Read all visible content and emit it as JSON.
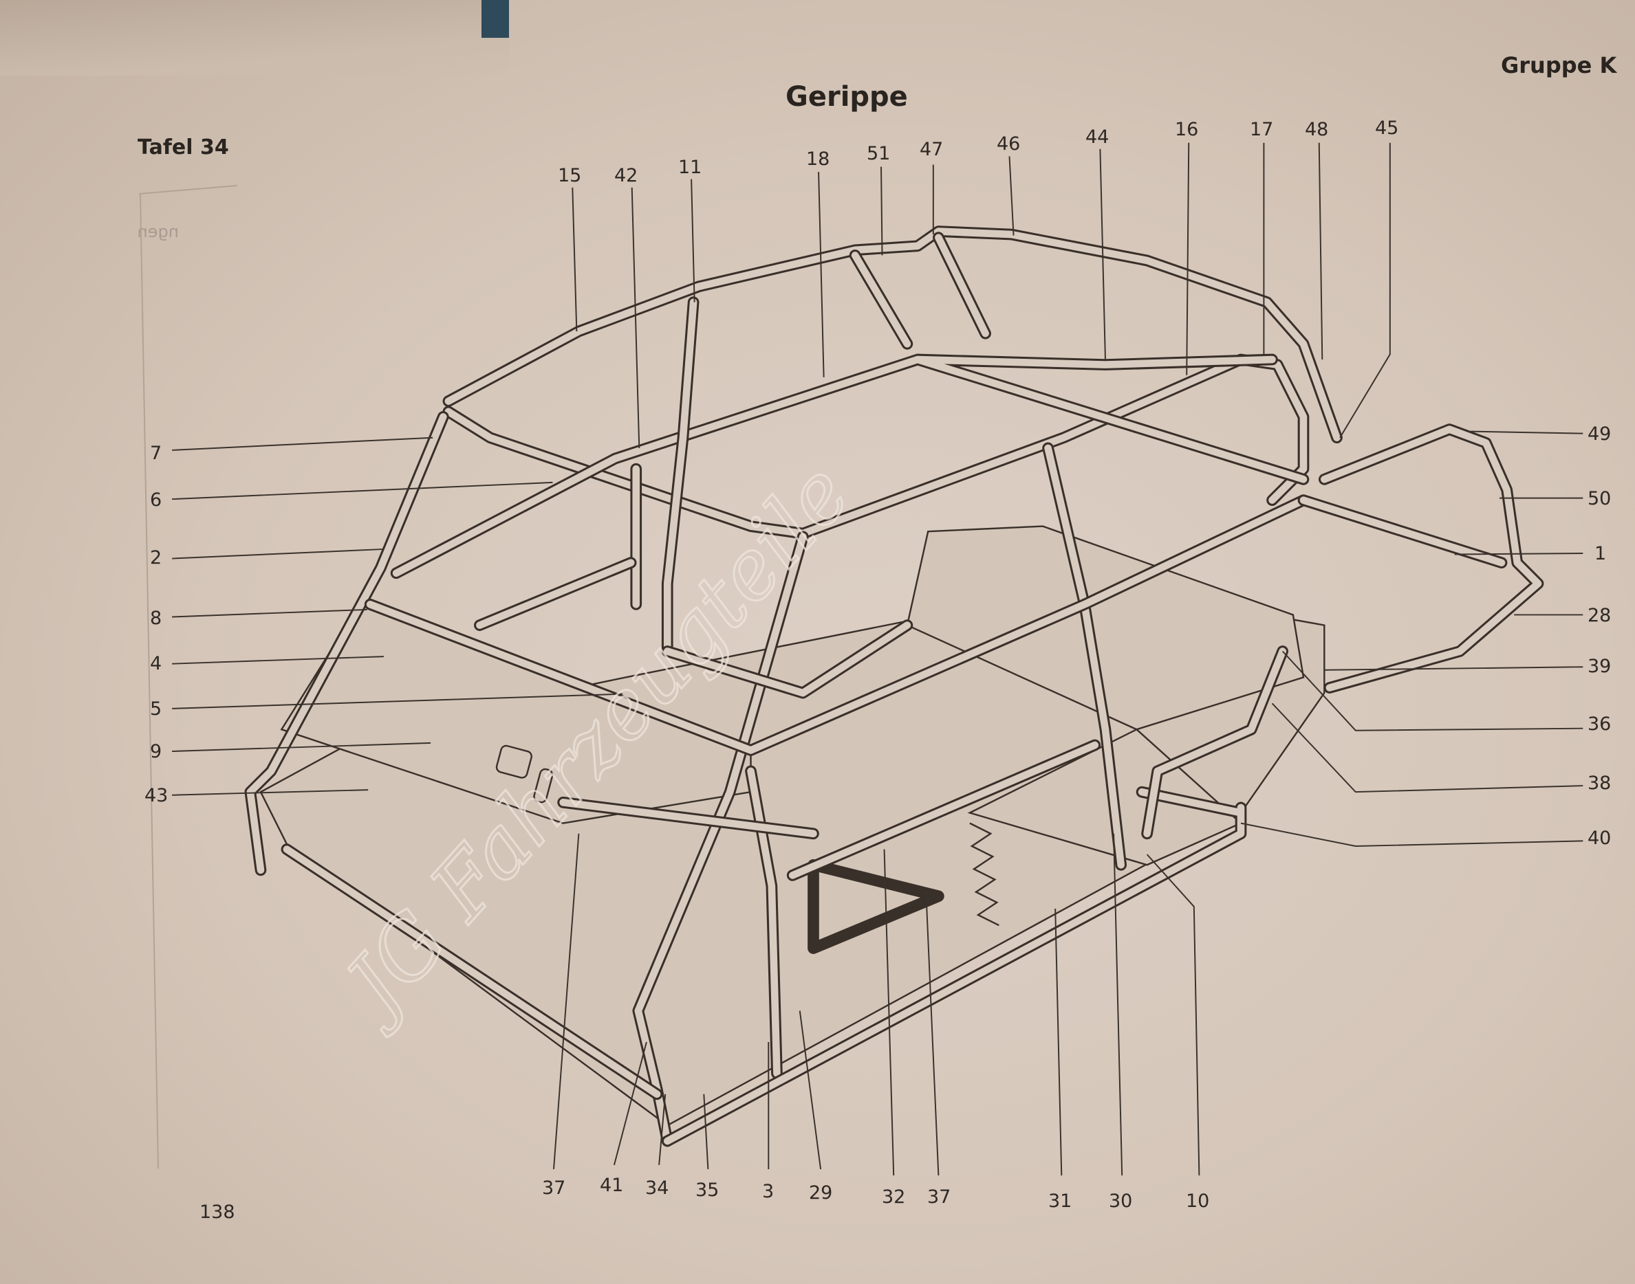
{
  "header": {
    "title": "Gerippe",
    "group": "Gruppe K",
    "plate": "Tafel 34",
    "page_number": "138",
    "mirrored_bleed": "ngen"
  },
  "watermark": "JG Fahrzeugteile",
  "labels": {
    "top": [
      "15",
      "42",
      "11",
      "18",
      "51",
      "47",
      "46",
      "44",
      "16",
      "17",
      "48",
      "45"
    ],
    "left": [
      "7",
      "6",
      "2",
      "8",
      "4",
      "5",
      "9",
      "43"
    ],
    "right": [
      "49",
      "50",
      "1",
      "28",
      "39",
      "36",
      "38",
      "40"
    ],
    "bottom": [
      "37",
      "41",
      "34",
      "35",
      "3",
      "29",
      "32",
      "37",
      "31",
      "30",
      "10"
    ]
  }
}
